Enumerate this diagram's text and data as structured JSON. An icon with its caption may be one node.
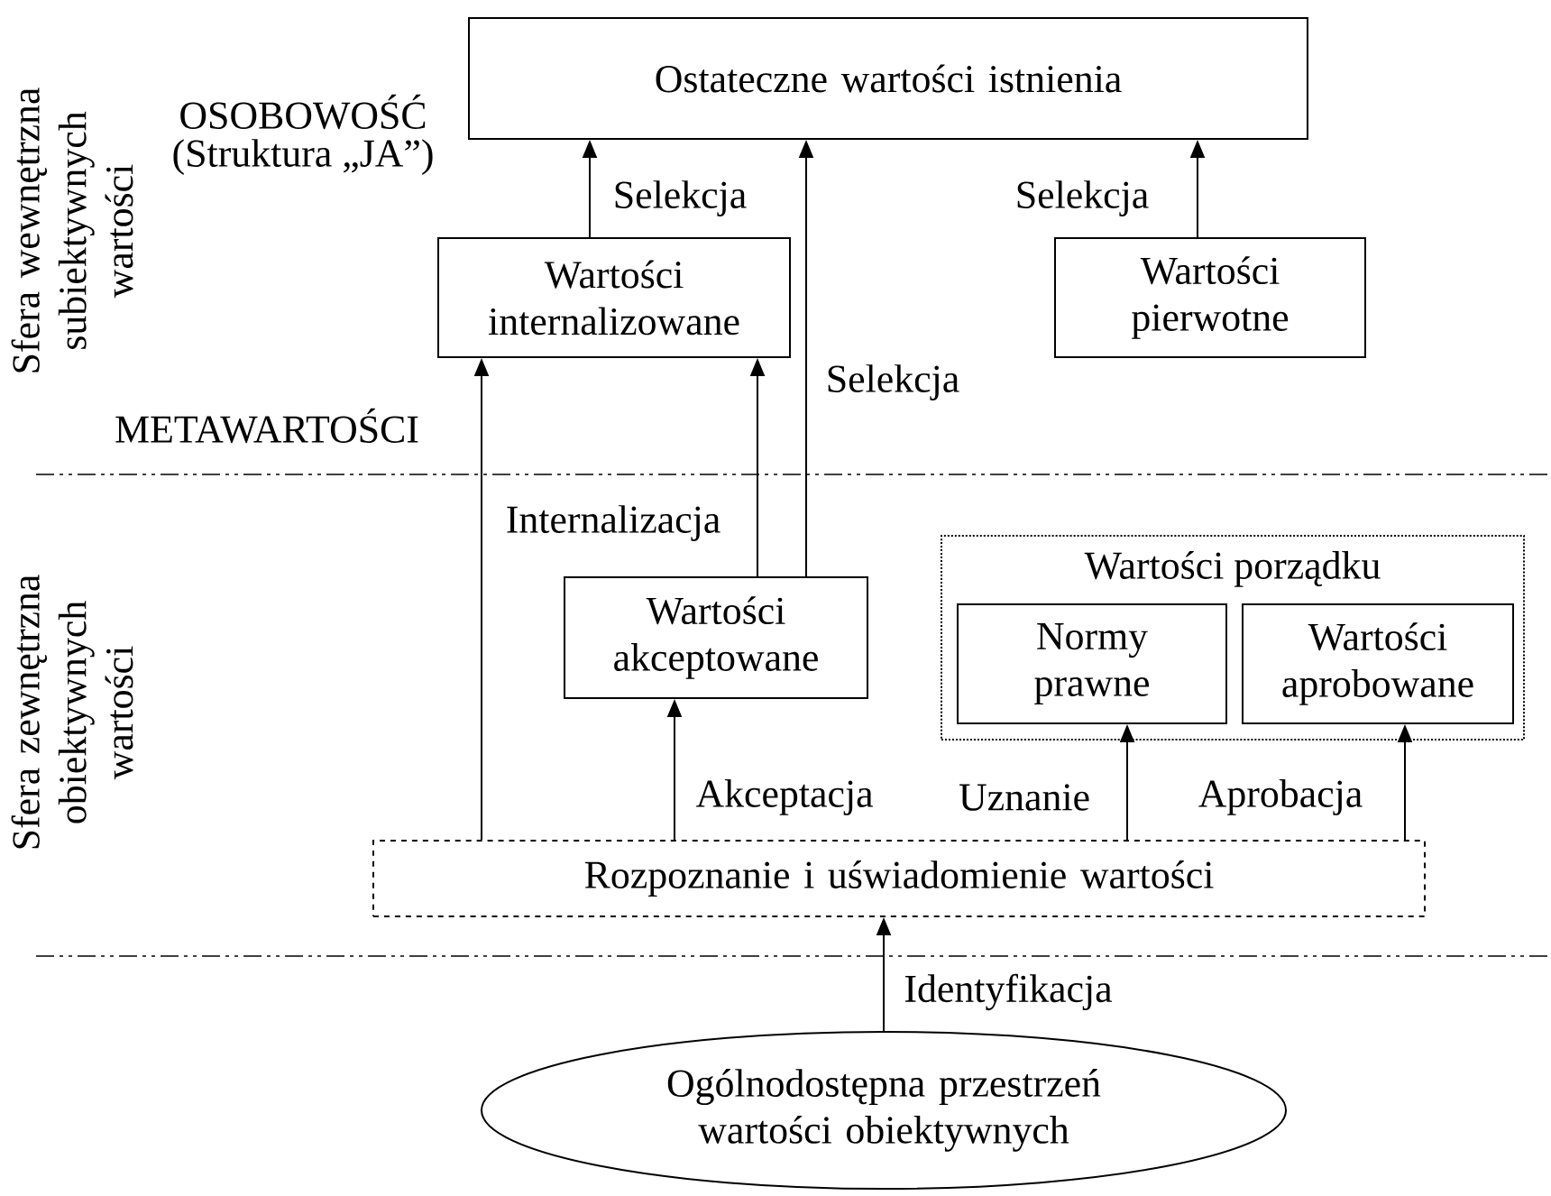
{
  "diagram": {
    "nodes": [
      {
        "text": [
          "Ostateczne wartości istnienia"
        ]
      },
      {
        "text": [
          "Wartości internalizowane"
        ]
      },
      {
        "text": [
          "Wartości pierwotne"
        ]
      },
      {
        "text": [
          "Wartości porządku"
        ]
      },
      {
        "text": [
          "Normy prawne"
        ],
        "in": 3
      },
      {
        "text": [
          "Wartości aprobowane"
        ],
        "in": 3
      },
      {
        "text": [
          "Wartości akceptowane"
        ]
      },
      {
        "text": [
          "Rozpoznanie i uświadomienie wartości"
        ]
      },
      {
        "text": [
          "Ogólnodostępna przestrzeń wartości obiektywnych"
        ]
      }
    ],
    "edges": [
      {
        "from": 1,
        "to": 0,
        "arrow": "to",
        "label": "Selekcja"
      },
      {
        "from": 6,
        "to": 0,
        "arrow": "to",
        "label": "Selekcja"
      },
      {
        "from": 2,
        "to": 0,
        "arrow": "to",
        "label": "Selekcja"
      },
      {
        "from": 7,
        "to": 1,
        "arrow": "to"
      },
      {
        "from": 6,
        "to": 1,
        "arrow": "to",
        "label": "Internalizacja"
      },
      {
        "from": 7,
        "to": 6,
        "arrow": "to",
        "label": "Akceptacja"
      },
      {
        "from": 7,
        "to": 4,
        "arrow": "to",
        "label": "Uznanie"
      },
      {
        "from": 7,
        "to": 5,
        "arrow": "to",
        "label": "Aprobacja"
      },
      {
        "from": 8,
        "to": 7,
        "arrow": "to",
        "label": "Identyfikacja"
      }
    ],
    "labels": [
      "Sfera wewnętrzna subiektywnych wartości",
      "OSOBOWOŚĆ",
      "(Struktura „JA”)",
      "METAWARTOŚCI",
      "Sfera zewnętrzna obiektywnych wartości"
    ]
  }
}
